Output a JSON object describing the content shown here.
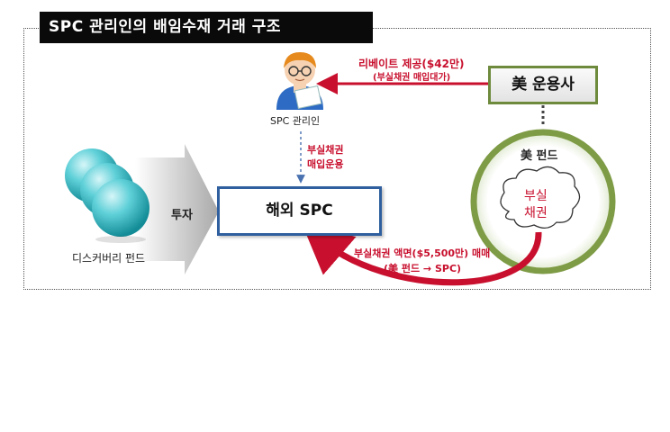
{
  "title": "SPC 관리인의 배임수재 거래 구조",
  "nodes": {
    "spc_manager": "SPC 관리인",
    "overseas_spc": "해외 SPC",
    "us_manager": "美 운용사",
    "us_fund": "美 펀드",
    "bad_bond_line1": "부실",
    "bad_bond_line2": "채권",
    "discovery_fund": "디스커버리 펀드"
  },
  "edges": {
    "rebate_line1": "리베이트 제공($42만)",
    "rebate_line2": "(부실채권 매입대가)",
    "purchase_line1": "부실채권",
    "purchase_line2": "매입운용",
    "invest": "투자",
    "trade_line1": "부실채권 액면($5,500만) 매매",
    "trade_line2": "(美 펀드 → SPC)"
  },
  "colors": {
    "accent_red": "#c8102e",
    "spc_border": "#2f5f9e",
    "fund_green": "#6e8b3d",
    "sphere_teal": "#2fb6c2"
  },
  "icons": [
    "person-icon",
    "sphere-icon",
    "cloud-icon"
  ]
}
